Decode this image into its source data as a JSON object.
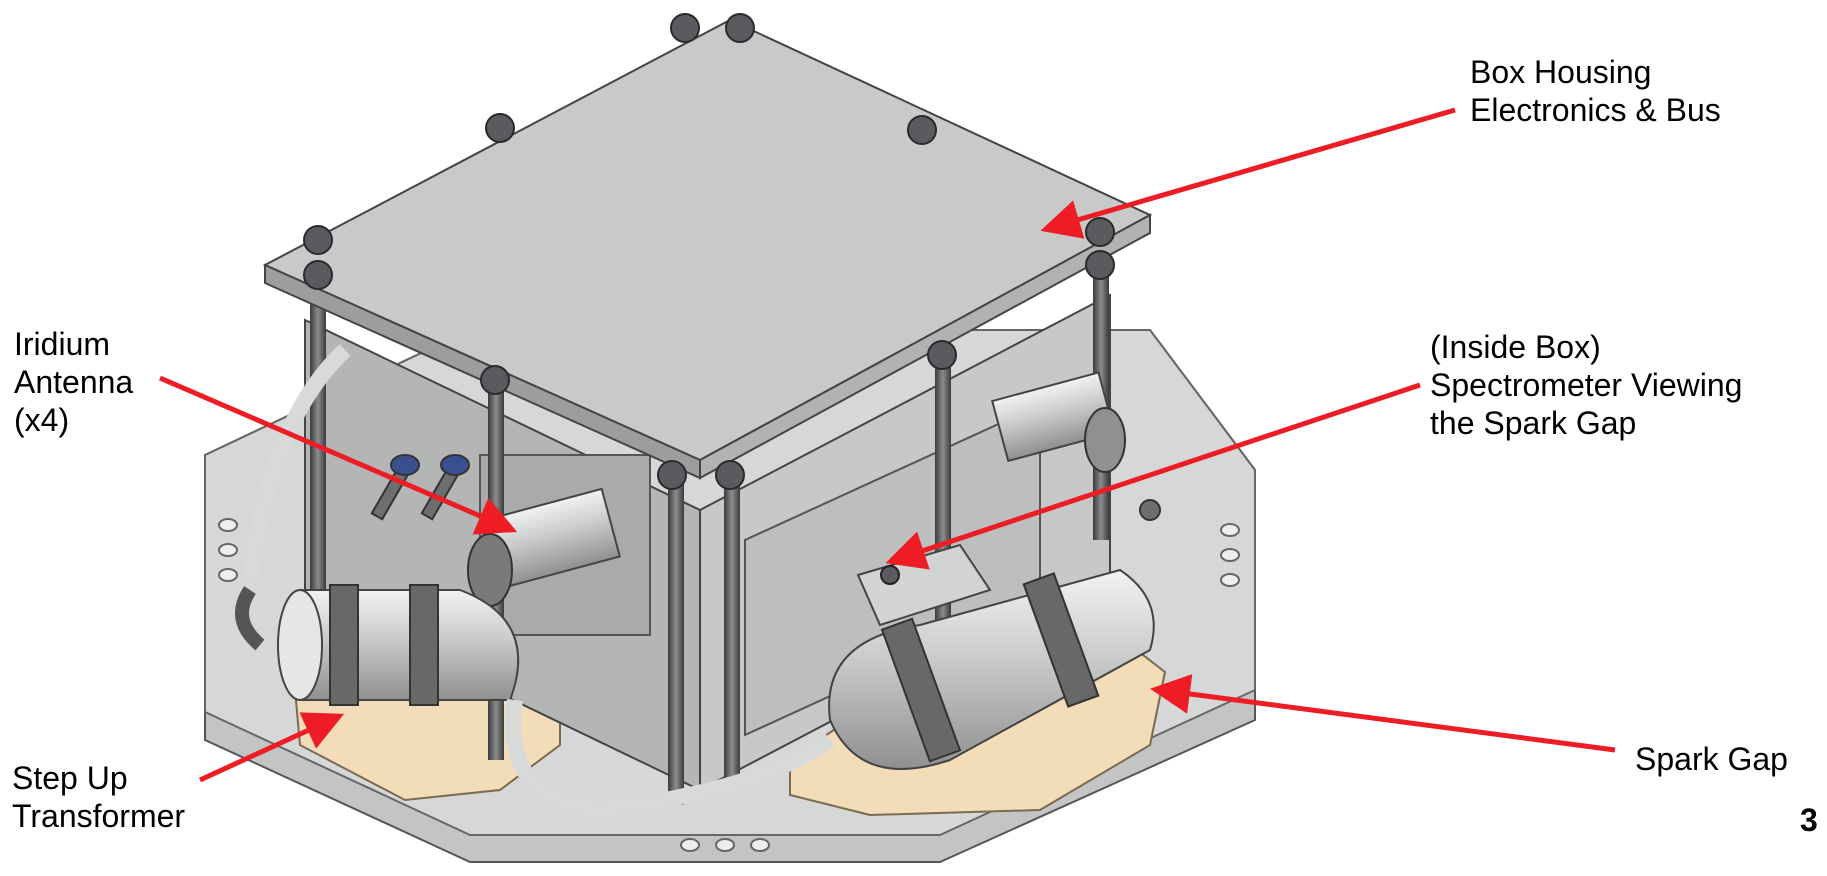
{
  "labels": {
    "iridium": [
      "Iridium",
      "Antenna",
      "(x4)"
    ],
    "box_housing": [
      "Box Housing",
      "Electronics & Bus"
    ],
    "spectrometer": [
      "(Inside Box)",
      "Spectrometer Viewing",
      "the Spark Gap"
    ],
    "step_up": [
      "Step Up",
      "Transformer"
    ],
    "spark_gap": [
      "Spark Gap"
    ]
  },
  "page_number": "3",
  "colors": {
    "arrow": "#ee1c25",
    "metal_light": "#cfd0d0",
    "metal_mid": "#b3b5b5",
    "metal_dark": "#8e9091",
    "wood": "#f3dcb8",
    "hardware": "#4a4b4e"
  }
}
